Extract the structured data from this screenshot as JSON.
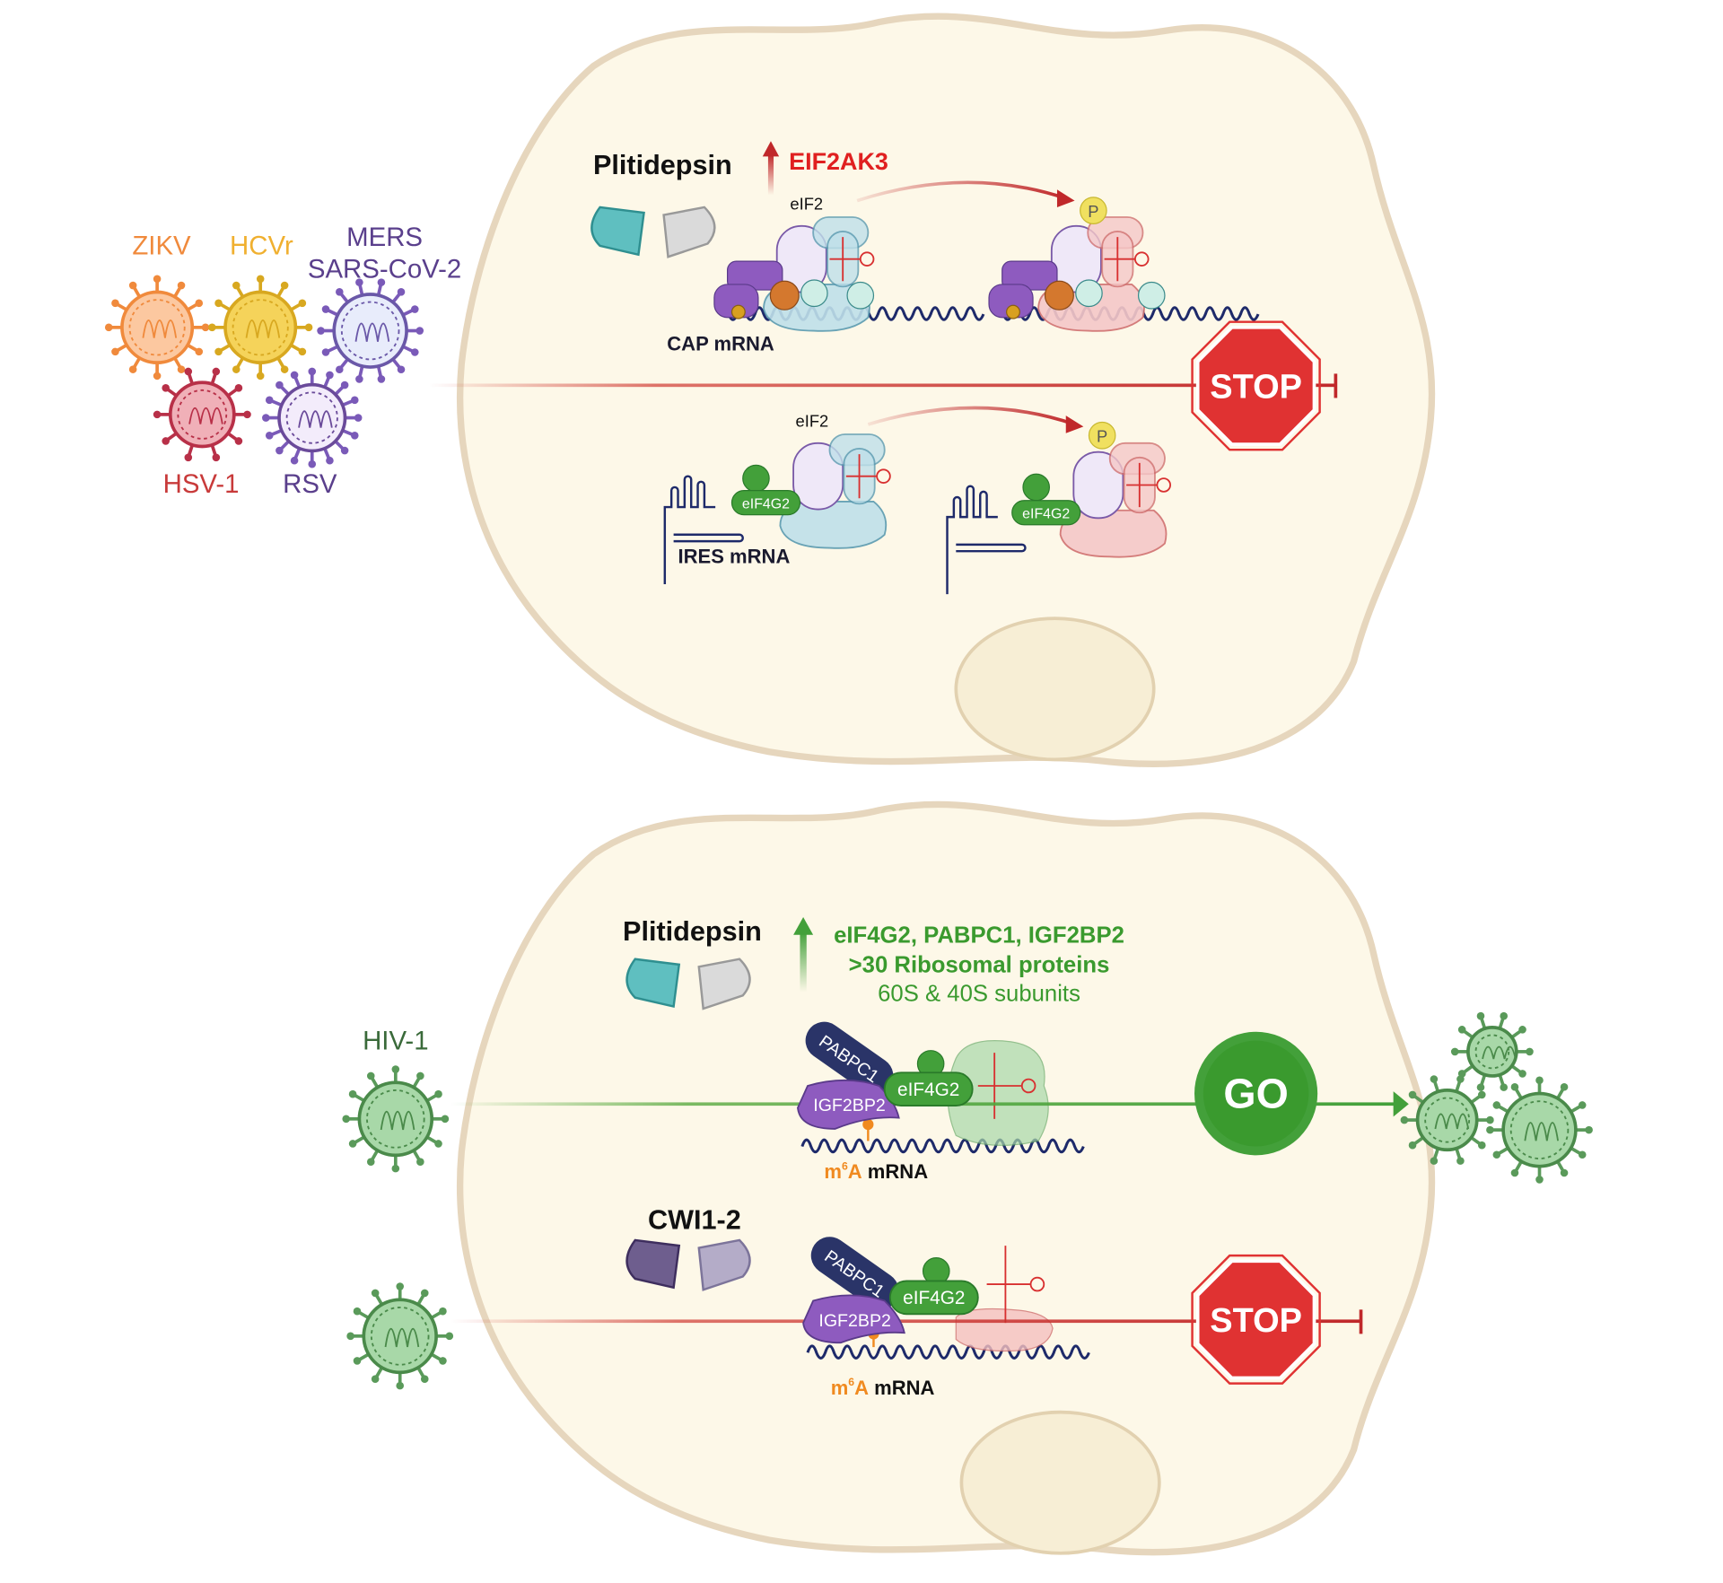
{
  "viruses": {
    "zikv": "ZIKV",
    "hcvr": "HCVr",
    "mers": "MERS",
    "sars": "SARS-CoV-2",
    "hsv": "HSV-1",
    "rsv": "RSV",
    "hiv": "HIV-1"
  },
  "top_cell": {
    "drug": "Plitidepsin",
    "upregulated": "EIF2AK3",
    "eif2_cap": "eIF2",
    "eif2_ires": "eIF2",
    "phospho": "P",
    "cap_label": "CAP mRNA",
    "ires_label": "IRES mRNA",
    "eif4g2": "eIF4G2",
    "stop": "STOP"
  },
  "bottom_cell": {
    "drug": "Plitidepsin",
    "up_line1": "eIF4G2, PABPC1, IGF2BP2",
    "up_line2": ">30 Ribosomal proteins",
    "up_line3": "60S & 40S subunits",
    "pabpc1": "PABPC1",
    "igf2bp2": "IGF2BP2",
    "eif4g2": "eIF4G2",
    "m6a_m": "m",
    "m6a_sup": "6",
    "m6a_A": "A",
    "mrna": "mRNA",
    "go": "GO",
    "inhibitor": "CWI1-2",
    "stop": "STOP"
  },
  "colors": {
    "cell_fill": "#fdf8e8",
    "cell_border": "#e6d6bd",
    "inhibit_red": "#d03a32",
    "stop_red": "#e03232",
    "activate_green": "#43a03a",
    "text_green": "#3a9a2e",
    "eif2ak3_red": "#e02020",
    "zikv": "#f08a3c",
    "hcvr": "#f0b030",
    "mers": "#5a3f8c",
    "hsv": "#c83a3a",
    "rsv": "#5a3f8c",
    "hiv": "#3a6a3a"
  }
}
